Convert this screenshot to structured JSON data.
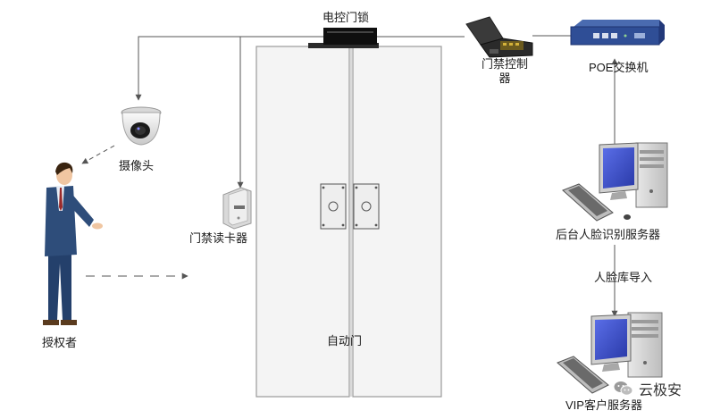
{
  "labels": {
    "electric_lock": "电控门锁",
    "access_controller_line1": "门禁控制",
    "access_controller_line2": "器",
    "poe_switch": "POE交换机",
    "camera": "摄像头",
    "authorized_person": "授权者",
    "card_reader": "门禁读卡器",
    "automatic_door": "自动门",
    "face_server": "后台人脸识别服务器",
    "face_db_import": "人脸库导入",
    "vip_server": "VIP客户服务器"
  },
  "watermark": {
    "text": "云极安",
    "icon": "wechat-icon"
  },
  "colors": {
    "line": "#555555",
    "door_frame": "#9a9a9a",
    "door_fill": "#f4f4f4",
    "suit": "#2e4d7a",
    "monitor_screen": "#3b4fc8"
  }
}
